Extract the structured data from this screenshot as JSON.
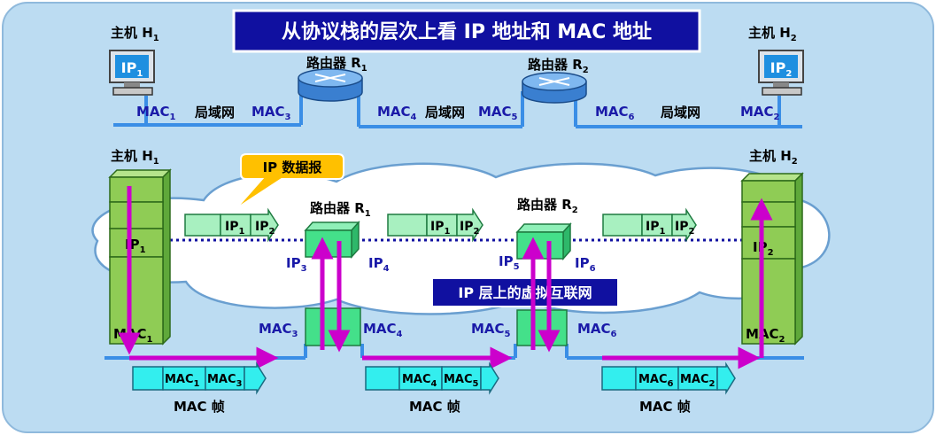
{
  "title": "从协议栈的层次上看 IP 地址和 MAC 地址",
  "host1": {
    "label": "主机 H",
    "sub": "1",
    "screen": "IP",
    "screen_sub": "1"
  },
  "host2": {
    "label": "主机 H",
    "sub": "2",
    "screen": "IP",
    "screen_sub": "2"
  },
  "router1": {
    "label": "路由器 R",
    "sub": "1"
  },
  "router2": {
    "label": "路由器 R",
    "sub": "2"
  },
  "lan_label": "局域网",
  "top_macs": [
    {
      "text": "MAC",
      "sub": "1"
    },
    {
      "text": "MAC",
      "sub": "3"
    },
    {
      "text": "MAC",
      "sub": "4"
    },
    {
      "text": "MAC",
      "sub": "5"
    },
    {
      "text": "MAC",
      "sub": "6"
    },
    {
      "text": "MAC",
      "sub": "2"
    }
  ],
  "bottom": {
    "host1": {
      "label": "主机 H",
      "sub": "1",
      "ip": "IP",
      "ip_sub": "1",
      "mac": "MAC",
      "mac_sub": "1"
    },
    "host2": {
      "label": "主机 H",
      "sub": "2",
      "ip": "IP",
      "ip_sub": "2",
      "mac": "MAC",
      "mac_sub": "2"
    },
    "router1": {
      "label": "路由器 R",
      "sub": "1",
      "ip_left": "IP",
      "ip_left_sub": "3",
      "ip_right": "IP",
      "ip_right_sub": "4",
      "mac_left": "MAC",
      "mac_left_sub": "3",
      "mac_right": "MAC",
      "mac_right_sub": "4"
    },
    "router2": {
      "label": "路由器 R",
      "sub": "2",
      "ip_left": "IP",
      "ip_left_sub": "5",
      "ip_right": "IP",
      "ip_right_sub": "6",
      "mac_left": "MAC",
      "mac_left_sub": "5",
      "mac_right": "MAC",
      "mac_right_sub": "6"
    }
  },
  "ip_datagram_callout": "IP 数据报",
  "virtual_net_label": "IP 层上的虚拟互联网",
  "datagram_fields": [
    {
      "text": "IP",
      "sub": "1"
    },
    {
      "text": "IP",
      "sub": "2"
    }
  ],
  "frames": [
    {
      "src": "MAC",
      "src_sub": "1",
      "dst": "MAC",
      "dst_sub": "3"
    },
    {
      "src": "MAC",
      "src_sub": "4",
      "dst": "MAC",
      "dst_sub": "5"
    },
    {
      "src": "MAC",
      "src_sub": "6",
      "dst": "MAC",
      "dst_sub": "2"
    }
  ],
  "frame_label": "MAC 帧",
  "colors": {
    "background": "#bcdcf2",
    "title_bg": "#1010a0",
    "stack_green": "#8fcc55",
    "router_green": "#44e08a",
    "packet_green": "#a8f0c0",
    "frame_cyan": "#33eeee",
    "arrow_magenta": "#cc00cc",
    "lan_line": "#3a8ee6"
  }
}
